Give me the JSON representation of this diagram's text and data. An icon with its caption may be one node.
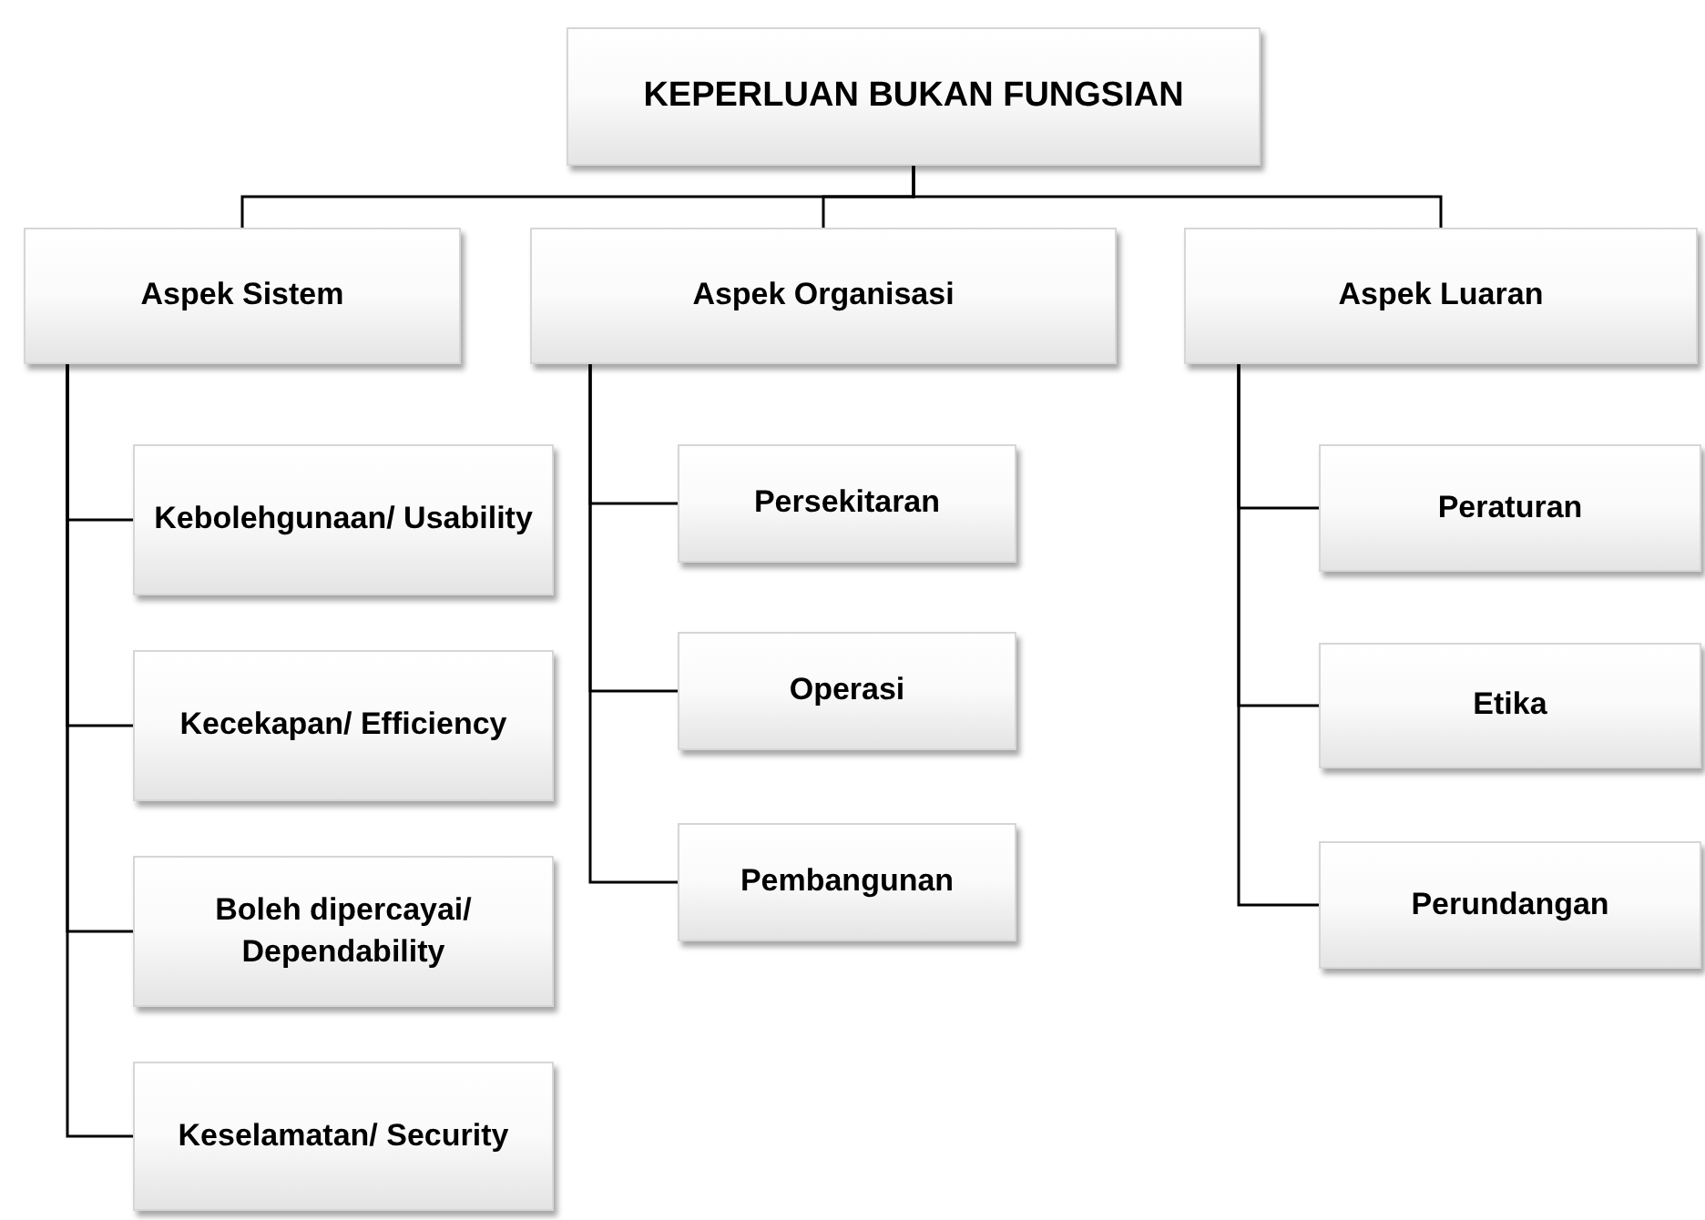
{
  "diagram": {
    "nodes": [
      {
        "text": [
          "KEPERLUAN BUKAN FUNGSIAN"
        ]
      },
      {
        "text": [
          "Aspek Sistem"
        ]
      },
      {
        "text": [
          "Aspek Organisasi"
        ]
      },
      {
        "text": [
          "Aspek Luaran"
        ]
      },
      {
        "text": [
          "Kebolehgunaan/ Usability"
        ]
      },
      {
        "text": [
          "Kecekapan/ Efficiency"
        ]
      },
      {
        "text": [
          "Boleh dipercayai/ Dependability"
        ]
      },
      {
        "text": [
          "Keselamatan/ Security"
        ]
      },
      {
        "text": [
          "Persekitaran"
        ]
      },
      {
        "text": [
          "Operasi"
        ]
      },
      {
        "text": [
          "Pembangunan"
        ]
      },
      {
        "text": [
          "Peraturan"
        ]
      },
      {
        "text": [
          "Etika"
        ]
      },
      {
        "text": [
          "Perundangan"
        ]
      }
    ],
    "edges": [
      {
        "from": 0,
        "to": 1,
        "arrow": "none"
      },
      {
        "from": 0,
        "to": 2,
        "arrow": "none"
      },
      {
        "from": 0,
        "to": 3,
        "arrow": "none"
      },
      {
        "from": 1,
        "to": 4,
        "arrow": "none"
      },
      {
        "from": 1,
        "to": 5,
        "arrow": "none"
      },
      {
        "from": 1,
        "to": 6,
        "arrow": "none"
      },
      {
        "from": 1,
        "to": 7,
        "arrow": "none"
      },
      {
        "from": 2,
        "to": 8,
        "arrow": "none"
      },
      {
        "from": 2,
        "to": 9,
        "arrow": "none"
      },
      {
        "from": 2,
        "to": 10,
        "arrow": "none"
      },
      {
        "from": 3,
        "to": 11,
        "arrow": "none"
      },
      {
        "from": 3,
        "to": 12,
        "arrow": "none"
      },
      {
        "from": 3,
        "to": 13,
        "arrow": "none"
      }
    ]
  }
}
